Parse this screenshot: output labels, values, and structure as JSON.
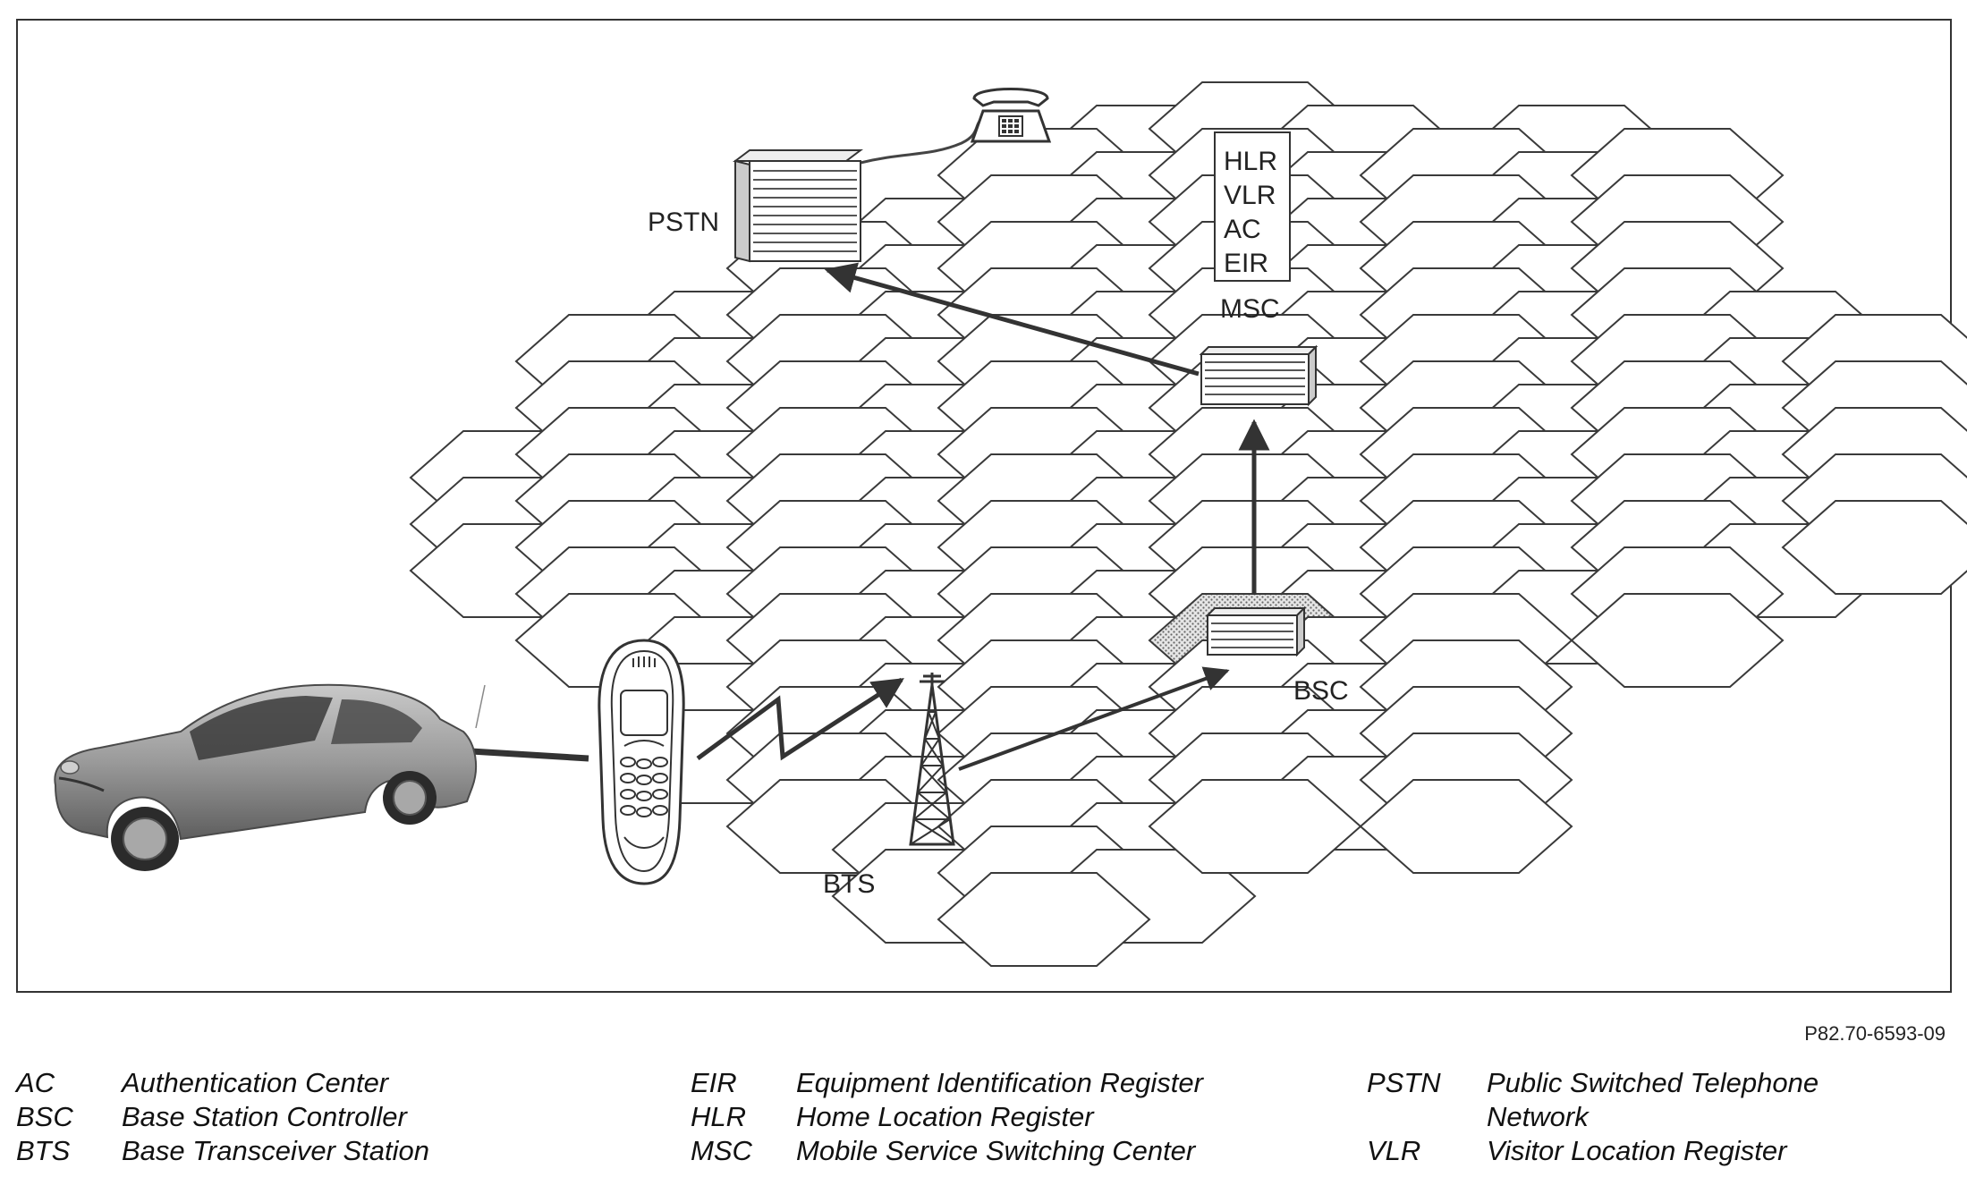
{
  "diagram": {
    "labels": {
      "pstn": "PSTN",
      "msc": "MSC",
      "bsc": "BSC",
      "bts": "BTS",
      "registers": [
        "HLR",
        "VLR",
        "AC",
        "EIR"
      ]
    },
    "nodes": [
      {
        "id": "car",
        "icon": "car-icon"
      },
      {
        "id": "phone",
        "icon": "mobile-phone-icon"
      },
      {
        "id": "bts",
        "icon": "transmission-tower-icon"
      },
      {
        "id": "bsc",
        "icon": "server-rack-icon"
      },
      {
        "id": "msc",
        "icon": "server-rack-icon"
      },
      {
        "id": "pstn",
        "icon": "server-rack-icon"
      },
      {
        "id": "telephone",
        "icon": "desk-telephone-icon"
      }
    ],
    "edges": [
      {
        "from": "car",
        "to": "phone"
      },
      {
        "from": "phone",
        "to": "bts",
        "style": "radio-zigzag"
      },
      {
        "from": "bts",
        "to": "bsc"
      },
      {
        "from": "bsc",
        "to": "msc"
      },
      {
        "from": "msc",
        "to": "pstn"
      },
      {
        "from": "pstn",
        "to": "telephone"
      }
    ],
    "colors": {
      "line": "#333333",
      "cell_fill": "#ffffff",
      "highlight_cell": "#dedede"
    }
  },
  "reference": "P82.70-6593-09",
  "legend": {
    "col1": [
      {
        "abbr": "AC",
        "def": "Authentication Center"
      },
      {
        "abbr": "BSC",
        "def": "Base Station Controller"
      },
      {
        "abbr": "BTS",
        "def": "Base Transceiver Station"
      }
    ],
    "col2": [
      {
        "abbr": "EIR",
        "def": "Equipment Identification Register"
      },
      {
        "abbr": "HLR",
        "def": "Home Location Register"
      },
      {
        "abbr": "MSC",
        "def": "Mobile Service Switching Center"
      }
    ],
    "col3": [
      {
        "abbr": "PSTN",
        "def": "Public Switched Telephone",
        "def2": "Network"
      },
      {
        "abbr": "VLR",
        "def": "Visitor Location Register"
      }
    ]
  }
}
